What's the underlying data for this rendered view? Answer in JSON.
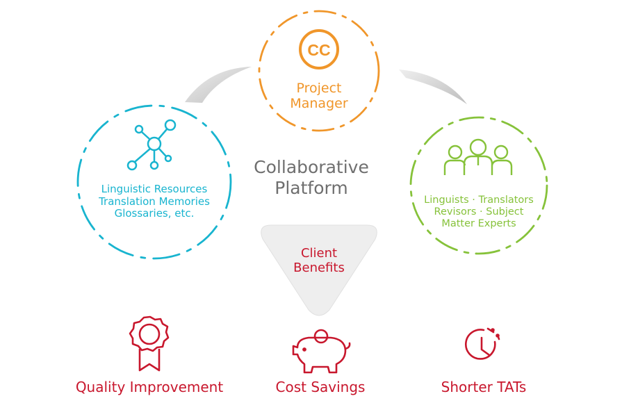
{
  "top_node": {
    "icon": "cc-icon",
    "line1": "Project",
    "line2": "Manager",
    "color": "#f0962a"
  },
  "left_node": {
    "icon": "network-icon",
    "lines": [
      "Linguistic Resources",
      "Translation Memories",
      "Glossaries, etc."
    ],
    "color": "#18b4cf"
  },
  "right_node": {
    "icon": "people-group-icon",
    "lines": [
      "Linguists · Translators",
      "Revisors · Subject",
      "Matter Experts"
    ],
    "color": "#86c23a"
  },
  "center": {
    "line1": "Collaborative",
    "line2": "Platform",
    "color": "#6f6f6f"
  },
  "client_benefits": {
    "line1": "Client",
    "line2": "Benefits",
    "color": "#c8172d"
  },
  "benefits": [
    {
      "label": "Quality Improvement",
      "icon": "award-ribbon-icon"
    },
    {
      "label": "Cost Savings",
      "icon": "piggy-bank-icon"
    },
    {
      "label": "Shorter TATs",
      "icon": "clock-icon"
    }
  ]
}
